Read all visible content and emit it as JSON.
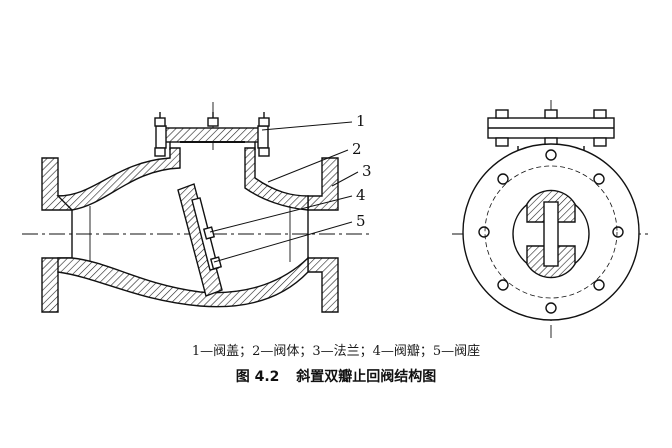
{
  "callouts": [
    "1",
    "2",
    "3",
    "4",
    "5"
  ],
  "legend": "1—阀盖；2—阀体；3—法兰；4—阀瓣；5—阀座",
  "caption": {
    "number": "图 4.2",
    "title": "斜置双瓣止回阀结构图"
  }
}
